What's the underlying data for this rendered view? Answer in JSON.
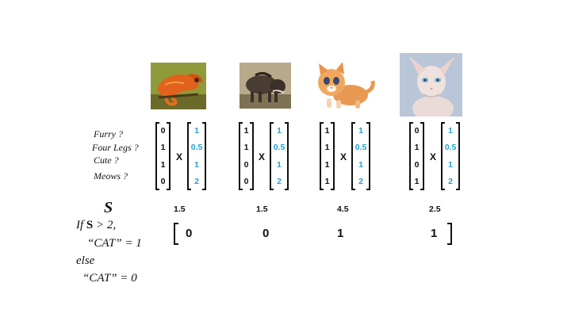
{
  "features": [
    "Furry ?",
    "Four Legs ?",
    "Cute ?",
    "Meows ?"
  ],
  "multiply_symbol": "X",
  "weights": [
    "1",
    "0.5",
    "1",
    "2"
  ],
  "animals": [
    {
      "image": "chameleon-photo",
      "values": [
        "0",
        "1",
        "1",
        "0"
      ],
      "score": "1.5",
      "result": "0"
    },
    {
      "image": "warthog-photo",
      "values": [
        "1",
        "1",
        "0",
        "0"
      ],
      "score": "1.5",
      "result": "0"
    },
    {
      "image": "kitten-photo",
      "values": [
        "1",
        "1",
        "1",
        "1"
      ],
      "score": "4.5",
      "result": "1"
    },
    {
      "image": "sphynx-cat-photo",
      "values": [
        "0",
        "1",
        "0",
        "1"
      ],
      "score": "2.5",
      "result": "1"
    }
  ],
  "score_label": "S",
  "rule": {
    "if_prefix": "If",
    "var": "S",
    "condition": "> 2,",
    "then_text": "“CAT” = 1",
    "else_text": "else",
    "else_result": "“CAT” = 0"
  },
  "colors": {
    "weights": "#1ea3d6",
    "text": "#111111"
  }
}
